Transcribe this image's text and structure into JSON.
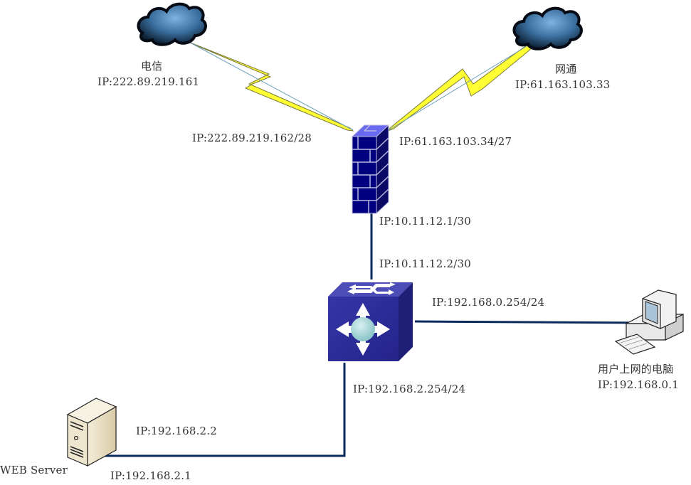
{
  "colors": {
    "link": "#0b2a5c",
    "wan_bolt": "#ffff33",
    "firewall": "#000080",
    "switch": "#2f2f9e",
    "cloud": "#3a6f9f",
    "server": "#e8dcc0"
  },
  "nodes": {
    "isp_telecom": {
      "name": "电信",
      "ip": "IP:222.89.219.161",
      "icon": "cloud-icon"
    },
    "isp_netcom": {
      "name": "网通",
      "ip": "IP:61.163.103.33",
      "icon": "cloud-icon"
    },
    "firewall": {
      "icon": "firewall-icon",
      "wan1_ip": "IP:222.89.219.162/28",
      "wan2_ip": "IP:61.163.103.34/27",
      "lan_ip": "IP:10.11.12.1/30"
    },
    "core_switch": {
      "icon": "layer3-switch-icon",
      "uplink_ip": "IP:10.11.12.2/30",
      "user_vlan_ip": "IP:192.168.0.254/24",
      "server_vlan_ip": "IP:192.168.2.254/24"
    },
    "user_pc": {
      "name": "用户上网的电脑",
      "ip": "IP:192.168.0.1",
      "icon": "desktop-pc-icon"
    },
    "web_server": {
      "name": "WEB Server",
      "ip": "IP:192.168.2.2",
      "gateway_label": "IP:192.168.2.1",
      "icon": "server-tower-icon"
    }
  }
}
